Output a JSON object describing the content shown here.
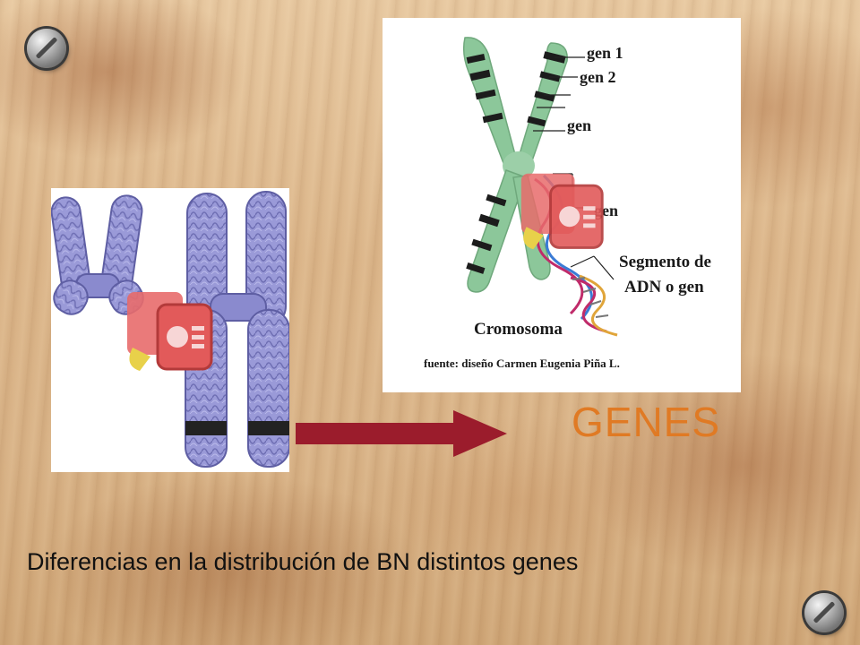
{
  "slide": {
    "title": "GENES",
    "caption": "Diferencias en la distribución de BN distintos genes"
  },
  "diagram": {
    "labels": {
      "gen1": "gen 1",
      "gen2": "gen 2",
      "gen_a": "gen",
      "gen_b": "gen",
      "segmento_line1": "Segmento de",
      "segmento_line2": "ADN o gen",
      "cromosoma": "Cromosoma",
      "fuente": "fuente: diseño Carmen Eugenia Piña L."
    }
  },
  "colors": {
    "title": "#e07a24",
    "arrow": "#9b1c2c",
    "chromosome_purple": "#8f8fd0",
    "chromosome_green": "#8cc79a"
  },
  "icons": [
    "screw-icon",
    "arrow-icon",
    "presentation-icon"
  ]
}
